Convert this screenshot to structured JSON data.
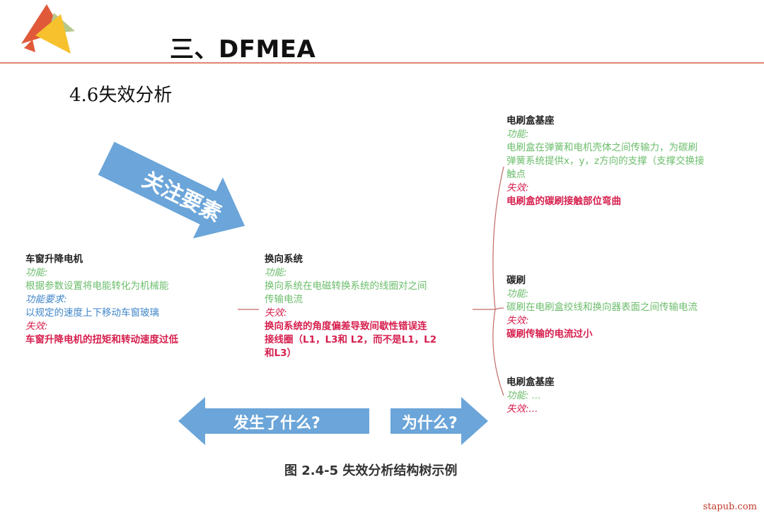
{
  "header": {
    "title": "三、DFMEA",
    "section": "4.6失效分析",
    "logo_icon": "triangles-logo-icon"
  },
  "colors": {
    "rule": "#e08470",
    "arrow": "#5b9bd5",
    "function_green": "#6cbd6c",
    "requirement_blue": "#3f86c8",
    "failure_red": "#d61f4e"
  },
  "arrows": {
    "focus": "关注要素",
    "what_happened": "发生了什么?",
    "why": "为什么?"
  },
  "tree": {
    "left": {
      "title": "车窗升降电机",
      "function_label": "功能:",
      "function_text": "根据参数设置将电能转化为机械能",
      "requirement_label": "功能要求:",
      "requirement_text": "以规定的速度上下移动车窗玻璃",
      "failure_label": "失效:",
      "failure_text": "车窗升降电机的扭矩和转动速度过低"
    },
    "center": {
      "title": "换向系统",
      "function_label": "功能:",
      "function_lines": [
        "换向系统在电磁转换系统的线圈对之间",
        "传输电流"
      ],
      "failure_label": "失效:",
      "failure_lines": [
        "换向系统的角度偏差导致间歇性错误连",
        "接线圈（L1，L3和 L2，而不是L1，L2",
        "和L3）"
      ]
    },
    "right_top": {
      "title": "电刷盒基座",
      "function_label": "功能:",
      "function_lines": [
        "电刷盒在弹簧和电机壳体之间传输力，为碳刷",
        "弹簧系统提供x，y，z方向的支撑（支撑交换接",
        "触点"
      ],
      "failure_label": "失效:",
      "failure_text": "电刷盒的碳刷接触部位弯曲"
    },
    "right_mid": {
      "title": "碳刷",
      "function_label": "功能:",
      "function_text": "碳刷在电刷盒绞线和换向器表面之间传输电流",
      "failure_label": "失效:",
      "failure_text": "碳刷传输的电流过小"
    },
    "right_bottom": {
      "title": "电刷盒基座",
      "function_label": "功能: ...",
      "failure_label": "失效:..."
    }
  },
  "caption": "图 2.4-5 失效分析结构树示例",
  "watermark": "stapub.com"
}
